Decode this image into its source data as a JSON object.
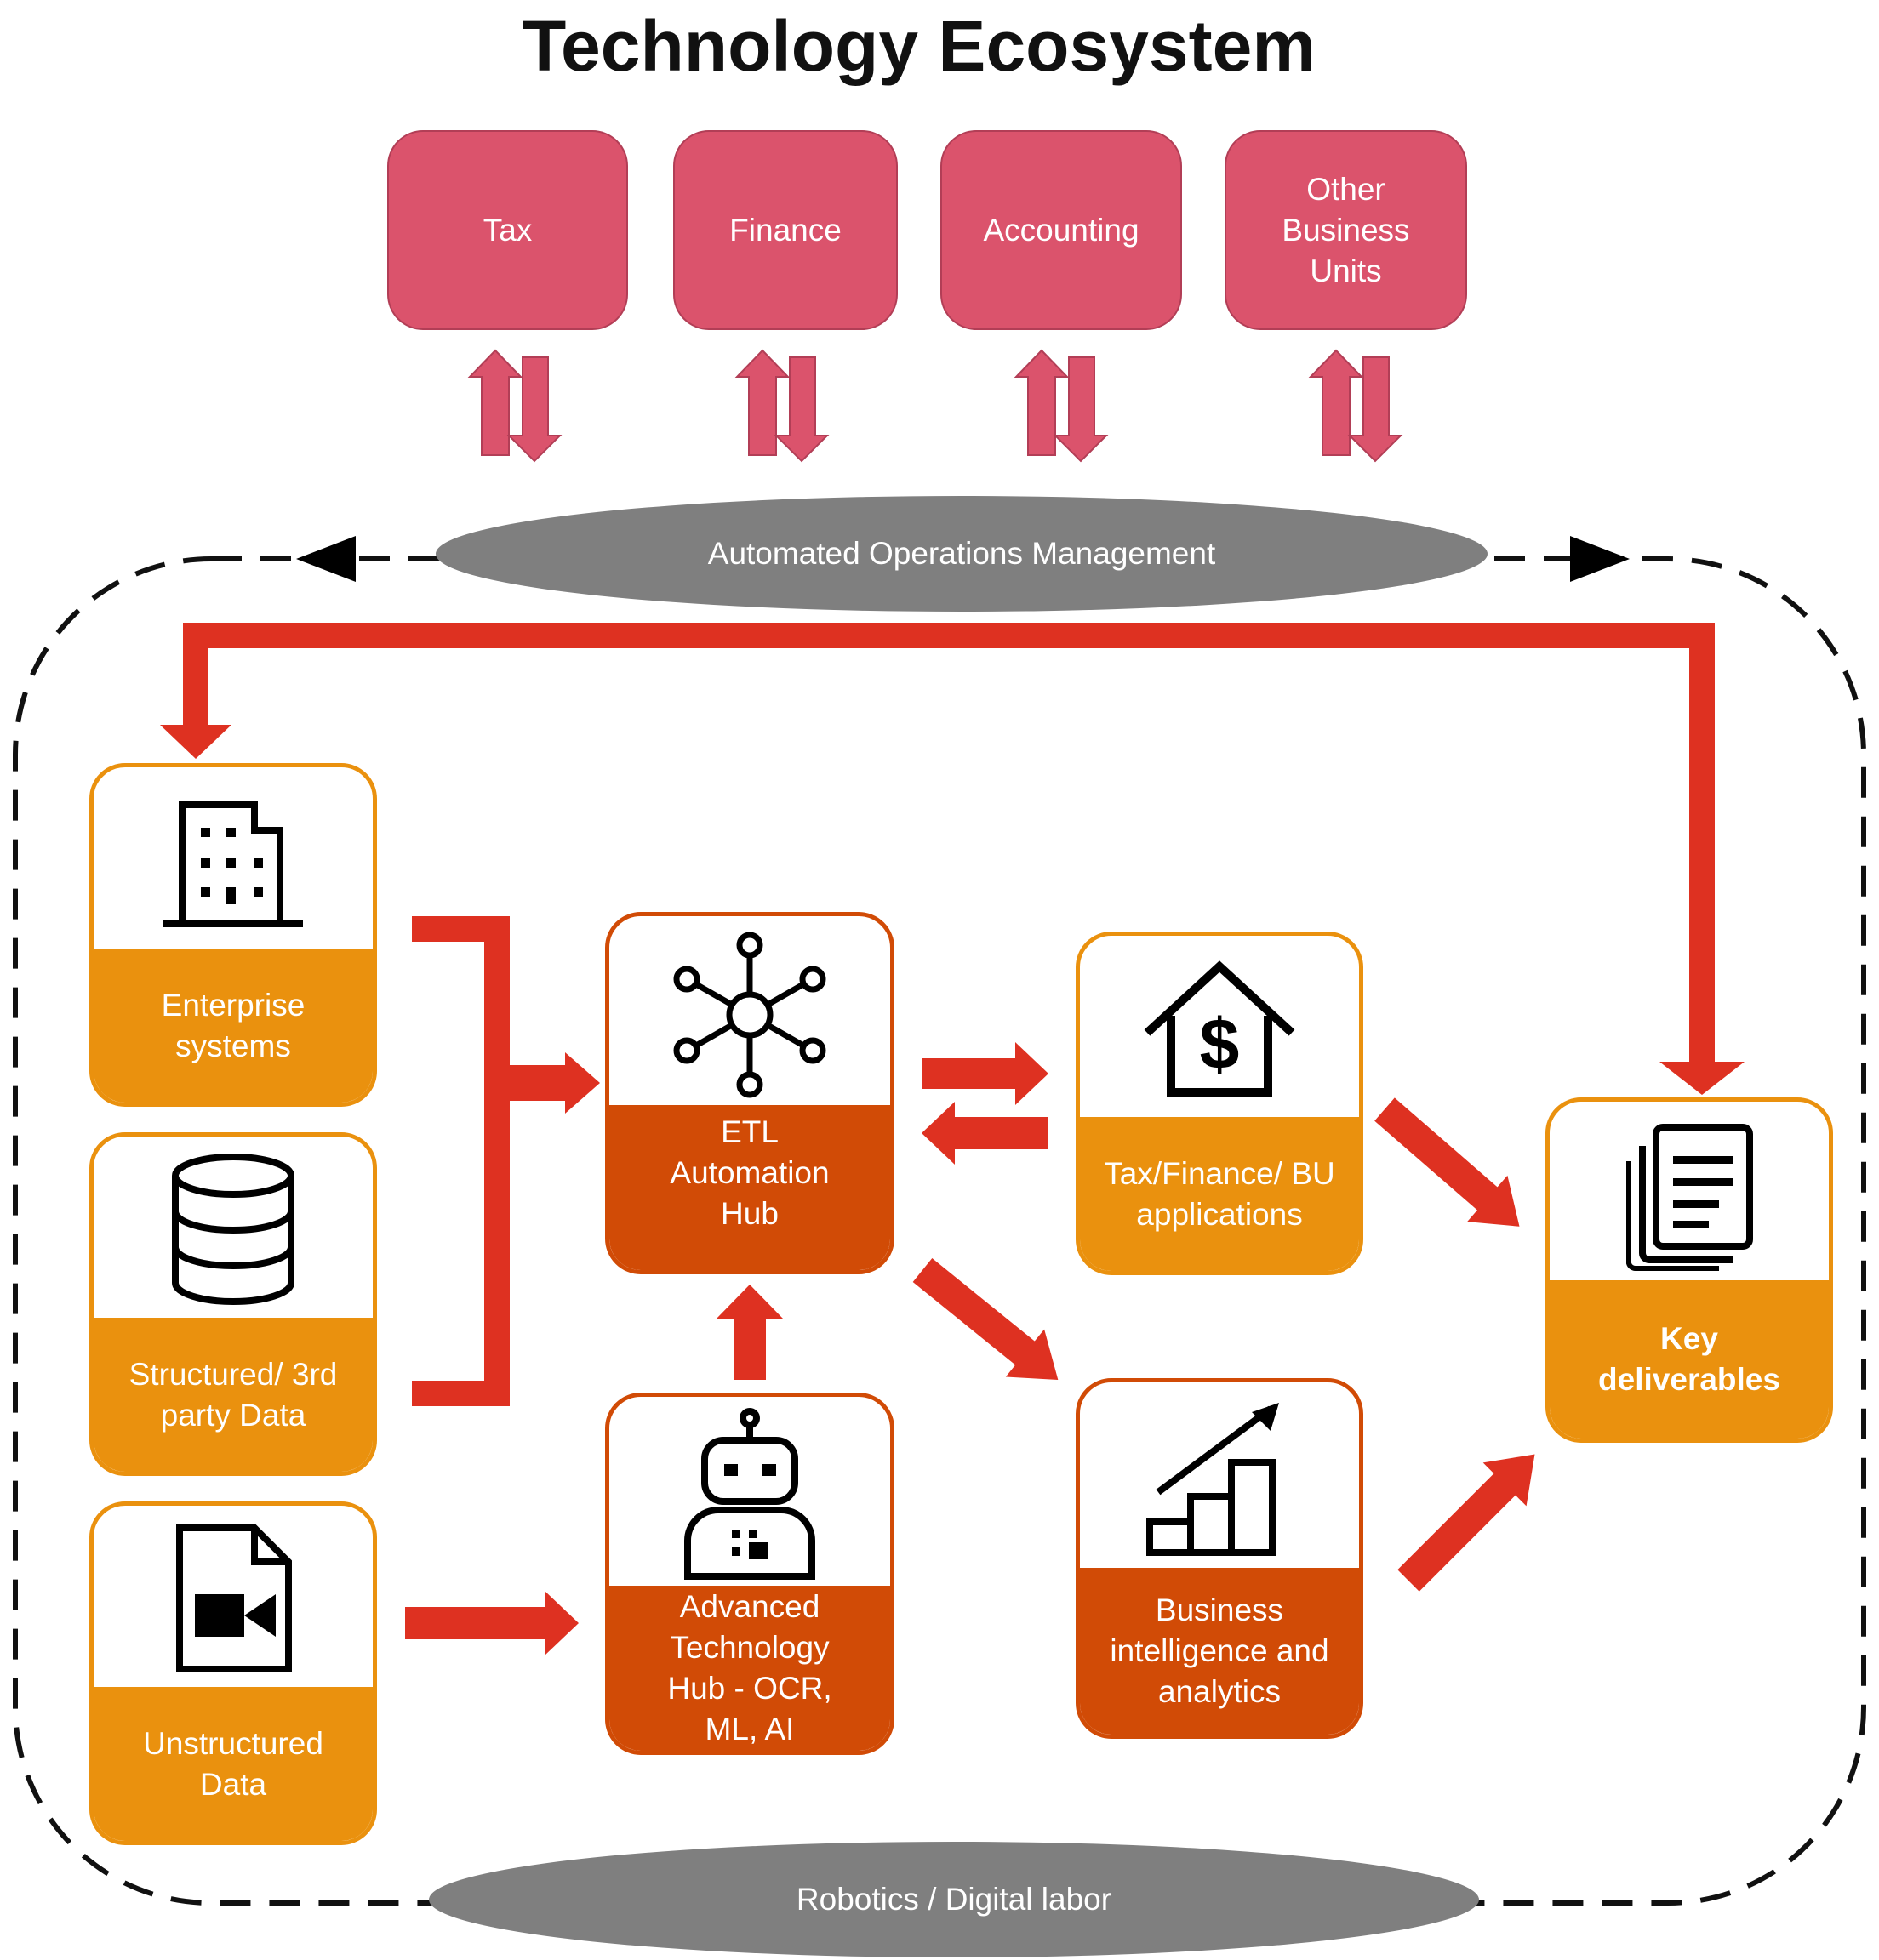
{
  "title": "Technology Ecosystem",
  "business_units": [
    "Tax",
    "Finance",
    "Accounting",
    "Other Business Units"
  ],
  "top_band": "Automated Operations Management",
  "bottom_band": "Robotics / Digital labor",
  "sources": {
    "enterprise": "Enterprise systems",
    "structured": "Structured/ 3rd party Data",
    "unstructured": "Unstructured Data"
  },
  "hubs": {
    "etl": "ETL Automation Hub",
    "advanced": "Advanced Technology Hub - OCR, ML, AI"
  },
  "outputs": {
    "apps": "Tax/Finance/ BU applications",
    "bi": "Business intelligence and analytics",
    "deliverables": "Key deliverables"
  },
  "colors": {
    "bu_fill": "#db536c",
    "arrow_red": "#de3121",
    "orange_light": "#ea910e",
    "orange_dark": "#d14b06",
    "band_gray": "#7f7f7f"
  },
  "icons": {
    "enterprise": "building-icon",
    "structured": "database-icon",
    "unstructured": "video-file-icon",
    "etl": "network-hub-icon",
    "advanced": "robot-icon",
    "apps": "house-dollar-icon",
    "bi": "growth-chart-icon",
    "deliverables": "documents-icon"
  }
}
